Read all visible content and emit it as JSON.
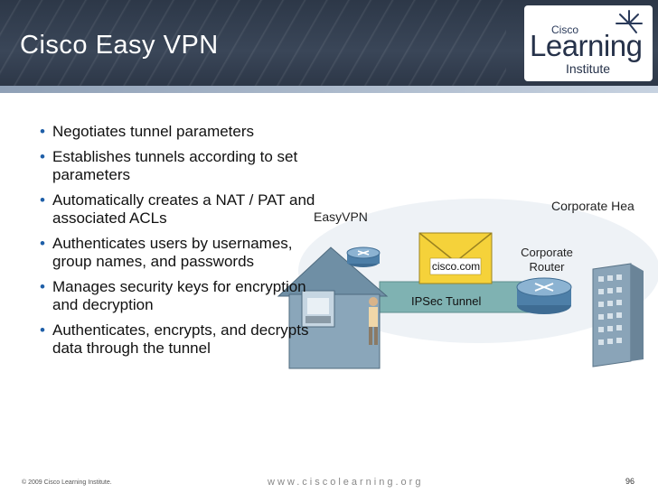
{
  "slide": {
    "title": "Cisco Easy VPN",
    "logo": {
      "cisco": "Cisco",
      "learning": "Learning",
      "institute": "Institute"
    }
  },
  "bullets": [
    "Negotiates tunnel parameters",
    "Establishes tunnels according to set parameters",
    "Automatically creates a NAT / PAT and associated ACLs",
    "Authenticates users by usernames, group names, and passwords",
    "Manages security keys for encryption and decryption",
    "Authenticates, encrypts, and decrypts data through the tunnel"
  ],
  "diagram": {
    "corporate_label": "Corporate Hea",
    "easyvpn_label": "EasyVPN",
    "envelope_label": "cisco.com",
    "router_label_1": "Corporate",
    "router_label_2": "Router",
    "tunnel_label": "IPSec Tunnel"
  },
  "footer": {
    "copyright": "© 2009 Cisco Learning Institute.",
    "site": "www.ciscolearning.org",
    "page_number": "96"
  },
  "colors": {
    "header_bg": "#35404f",
    "bullet_accent": "#1f5fa8",
    "router_blue": "#4d7fa8",
    "tunnel_teal": "#7fb2b2",
    "envelope_yellow": "#f5d23a"
  }
}
